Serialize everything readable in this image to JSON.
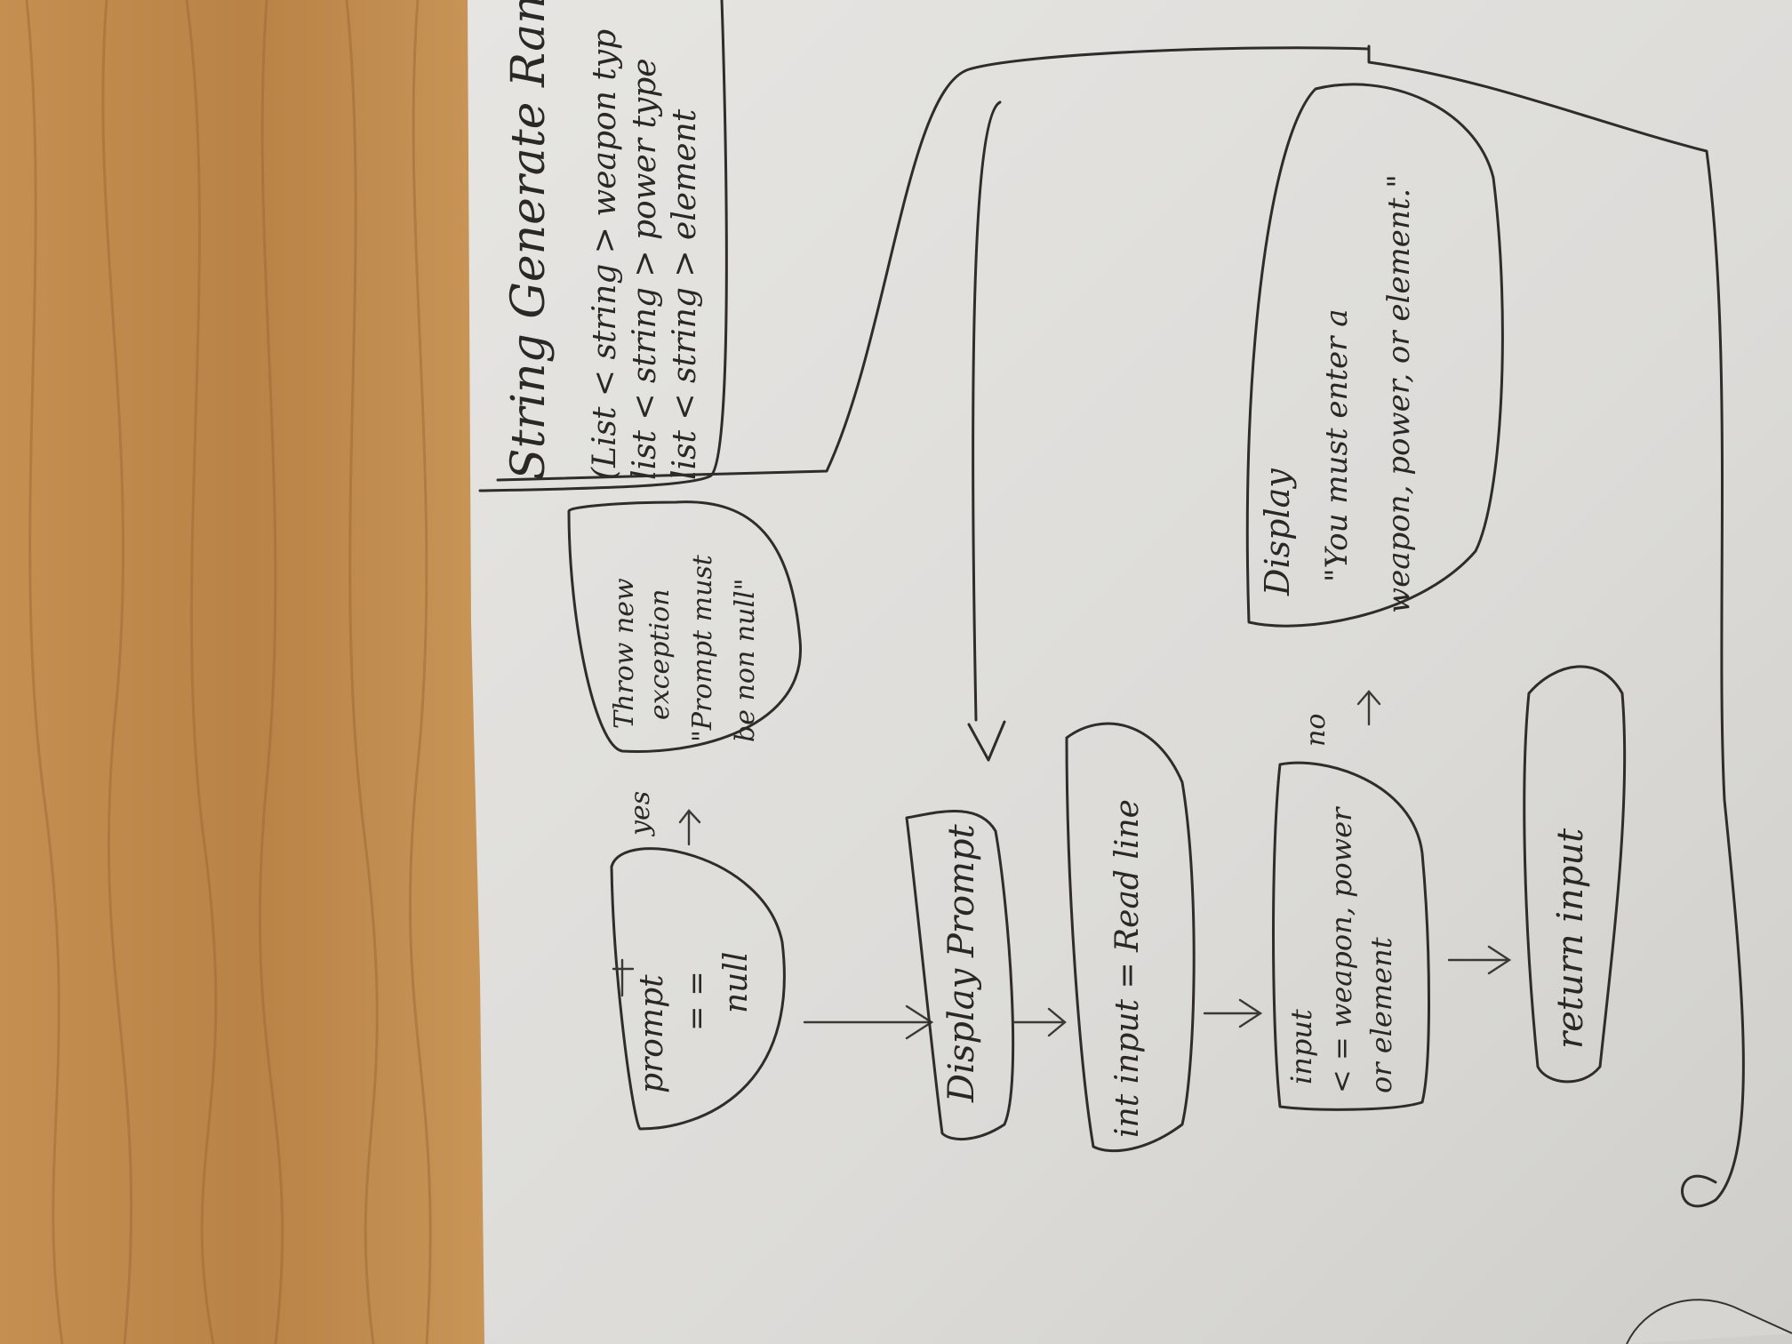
{
  "flowchart": {
    "header": {
      "title": "String Generate Rand",
      "line1": "(List < string > weapon typ",
      "line2": "list < string > power type",
      "line3": "list < string > element"
    },
    "nodes": {
      "prompt_check": {
        "line1": "prompt",
        "line2": "= =",
        "line3": "null"
      },
      "throw": {
        "line1": "Throw new",
        "line2": "exception",
        "line3": "\"Prompt must",
        "line4": "be non null\""
      },
      "display_prompt": {
        "label": "Display Prompt"
      },
      "read_line": {
        "label": "int input = Read line"
      },
      "input_check": {
        "line1": "input",
        "line2": "< = weapon, power",
        "line3": "or element"
      },
      "display_error": {
        "line1": "Display",
        "line2": "\"You must enter a",
        "line3": "weapon, power, or element.\""
      },
      "return": {
        "label": "return input"
      }
    },
    "edge_labels": {
      "prompt_yes": "yes",
      "input_no": "no"
    }
  }
}
